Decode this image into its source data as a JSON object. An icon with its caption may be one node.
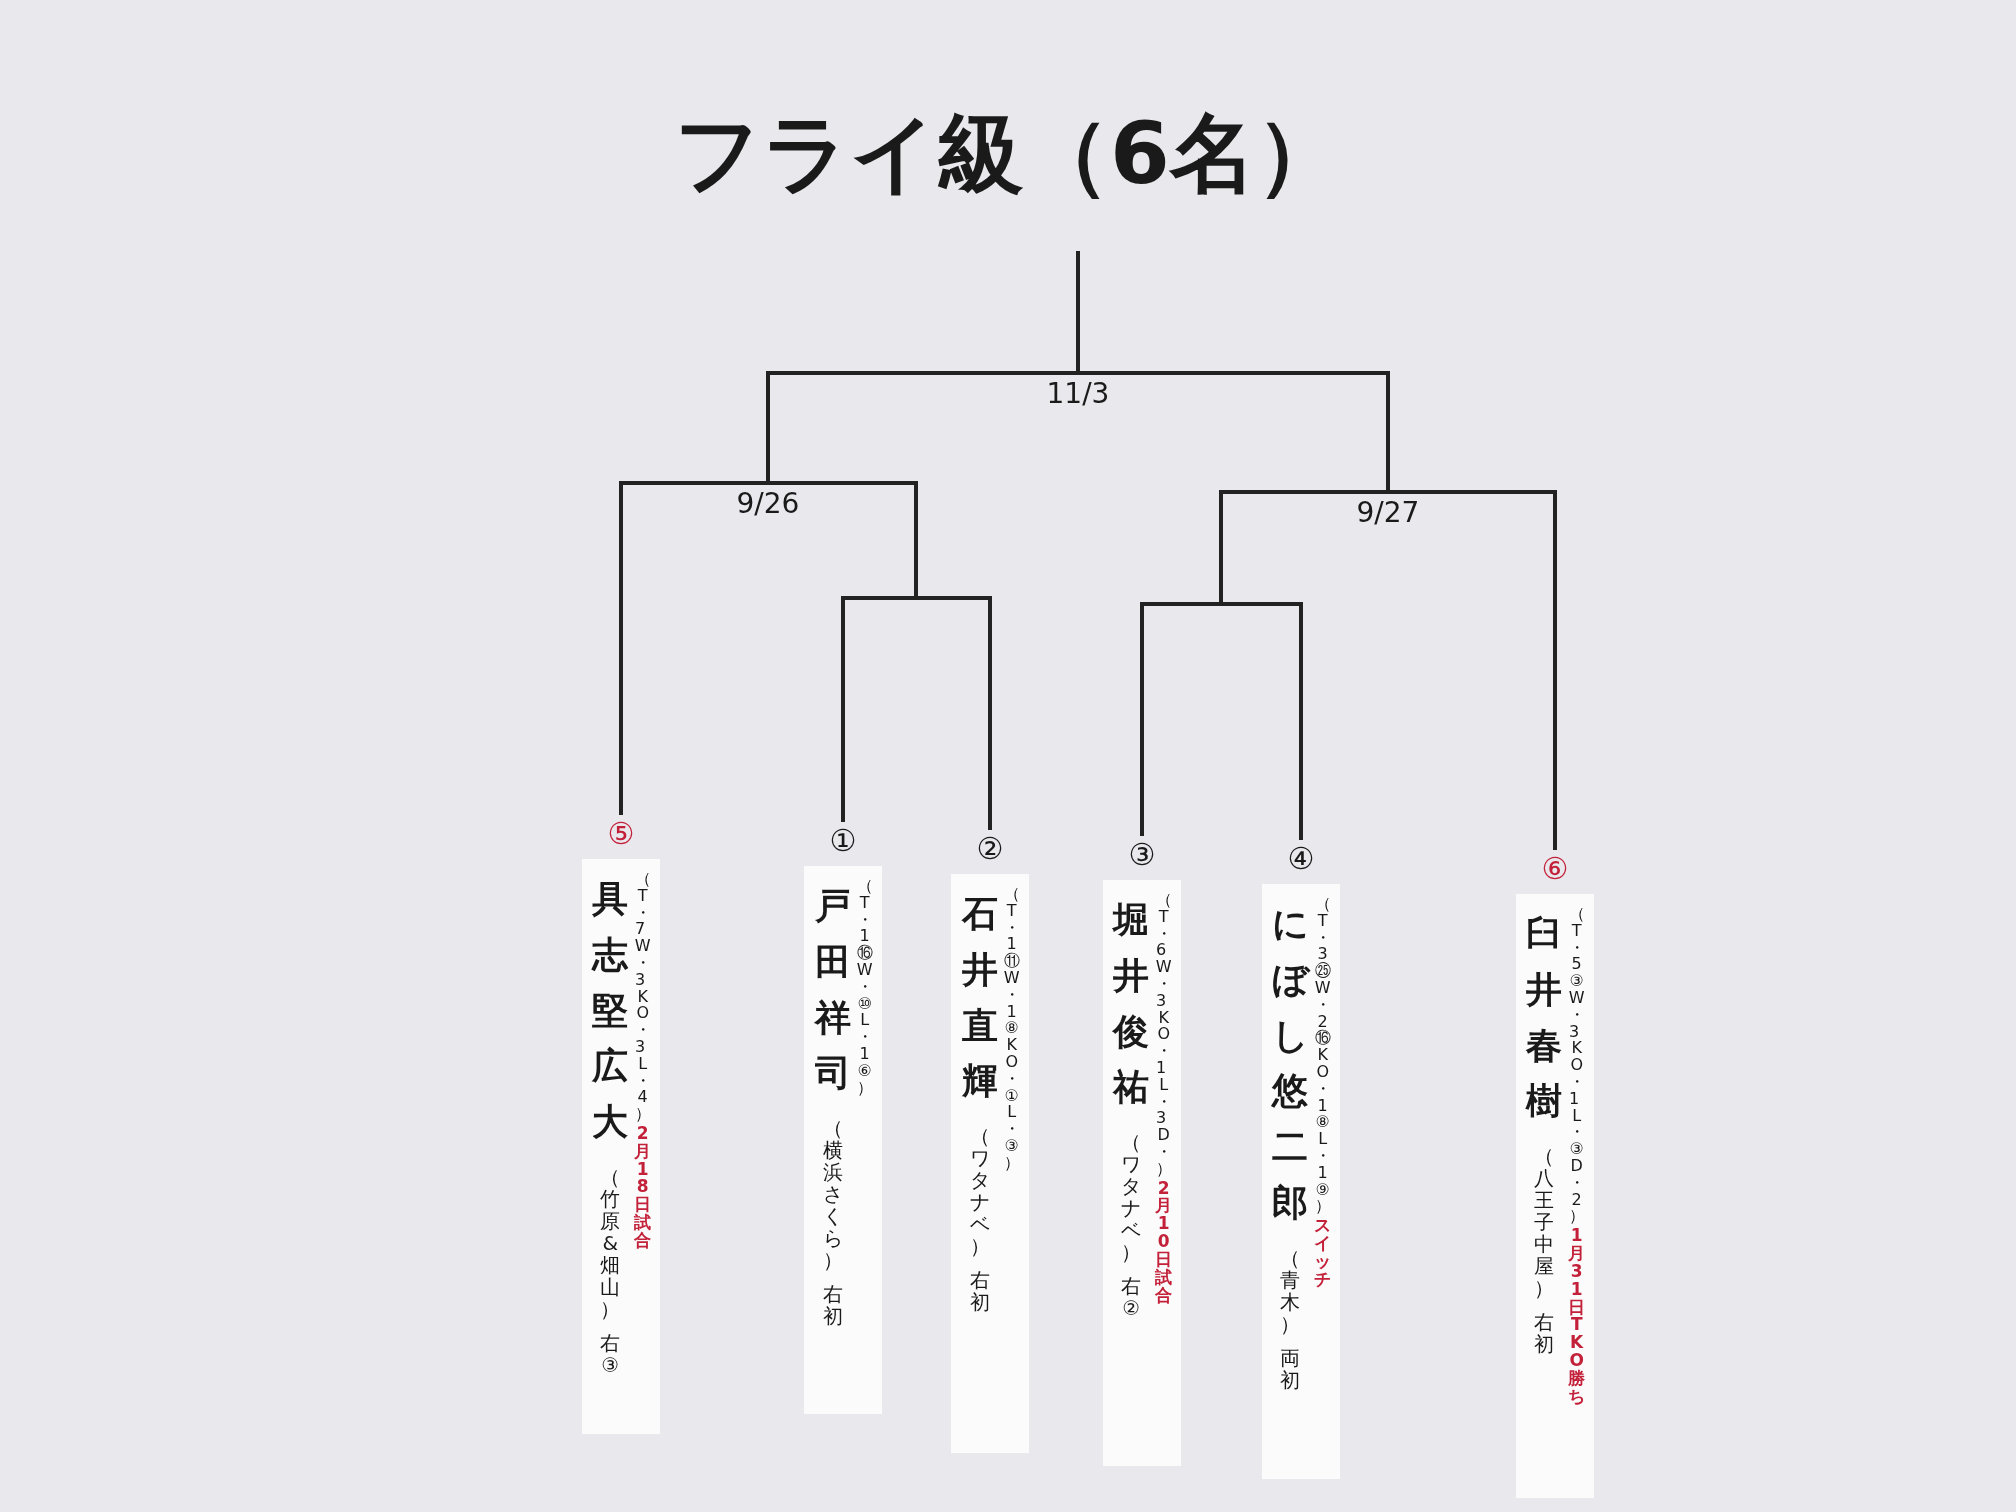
{
  "diagram": {
    "title": "フライ級（6名）",
    "nodes": [
      {
        "text": [
          "11/3"
        ]
      },
      {
        "text": [
          "9/26"
        ]
      },
      {
        "text": [
          "9/27"
        ]
      },
      {
        "text": [
          "⑤",
          "具志堅広大",
          "（T・7 W・3 KO・3 L・4）",
          "2月18日試合",
          "（竹原&畑山）",
          "右③"
        ]
      },
      {
        "text": [
          "①",
          "戸田祥司",
          "（T・1⑯W・⑩L・1⑥）",
          "（横浜さくら）",
          "右初"
        ]
      },
      {
        "text": [
          "②",
          "石井直輝",
          "（T・1⑪W・1⑧KO・①L・③）",
          "（ワタナベ）",
          "右初"
        ]
      },
      {
        "text": [
          "③",
          "堀井俊祐",
          "（T・6 W・3 KO・1 L・3 D・）",
          "2月10日試合",
          "（ワタナベ）",
          "右②"
        ]
      },
      {
        "text": [
          "④",
          "にぼし悠二郎",
          "（T・3㉕W・2⑯KO・1⑧L・1⑨）",
          "スイッチ",
          "（青木）",
          "両初"
        ]
      },
      {
        "text": [
          "⑥",
          "臼井春樹",
          "（T・5③W・3 KO・1 L・③D・2）",
          "1月31日TKO勝ち",
          "（八王子中屋）",
          "右初"
        ]
      }
    ],
    "edges": [
      {
        "from": 0,
        "to": null,
        "arrow": "none"
      },
      {
        "from": 3,
        "to": 1,
        "arrow": "none"
      },
      {
        "from": 4,
        "to": 1,
        "arrow": "none"
      },
      {
        "from": 5,
        "to": 1,
        "arrow": "none"
      },
      {
        "from": 6,
        "to": 2,
        "arrow": "none"
      },
      {
        "from": 7,
        "to": 2,
        "arrow": "none"
      },
      {
        "from": 8,
        "to": 2,
        "arrow": "none"
      },
      {
        "from": 1,
        "to": 0,
        "arrow": "none"
      },
      {
        "from": 2,
        "to": 0,
        "arrow": "none"
      }
    ]
  }
}
